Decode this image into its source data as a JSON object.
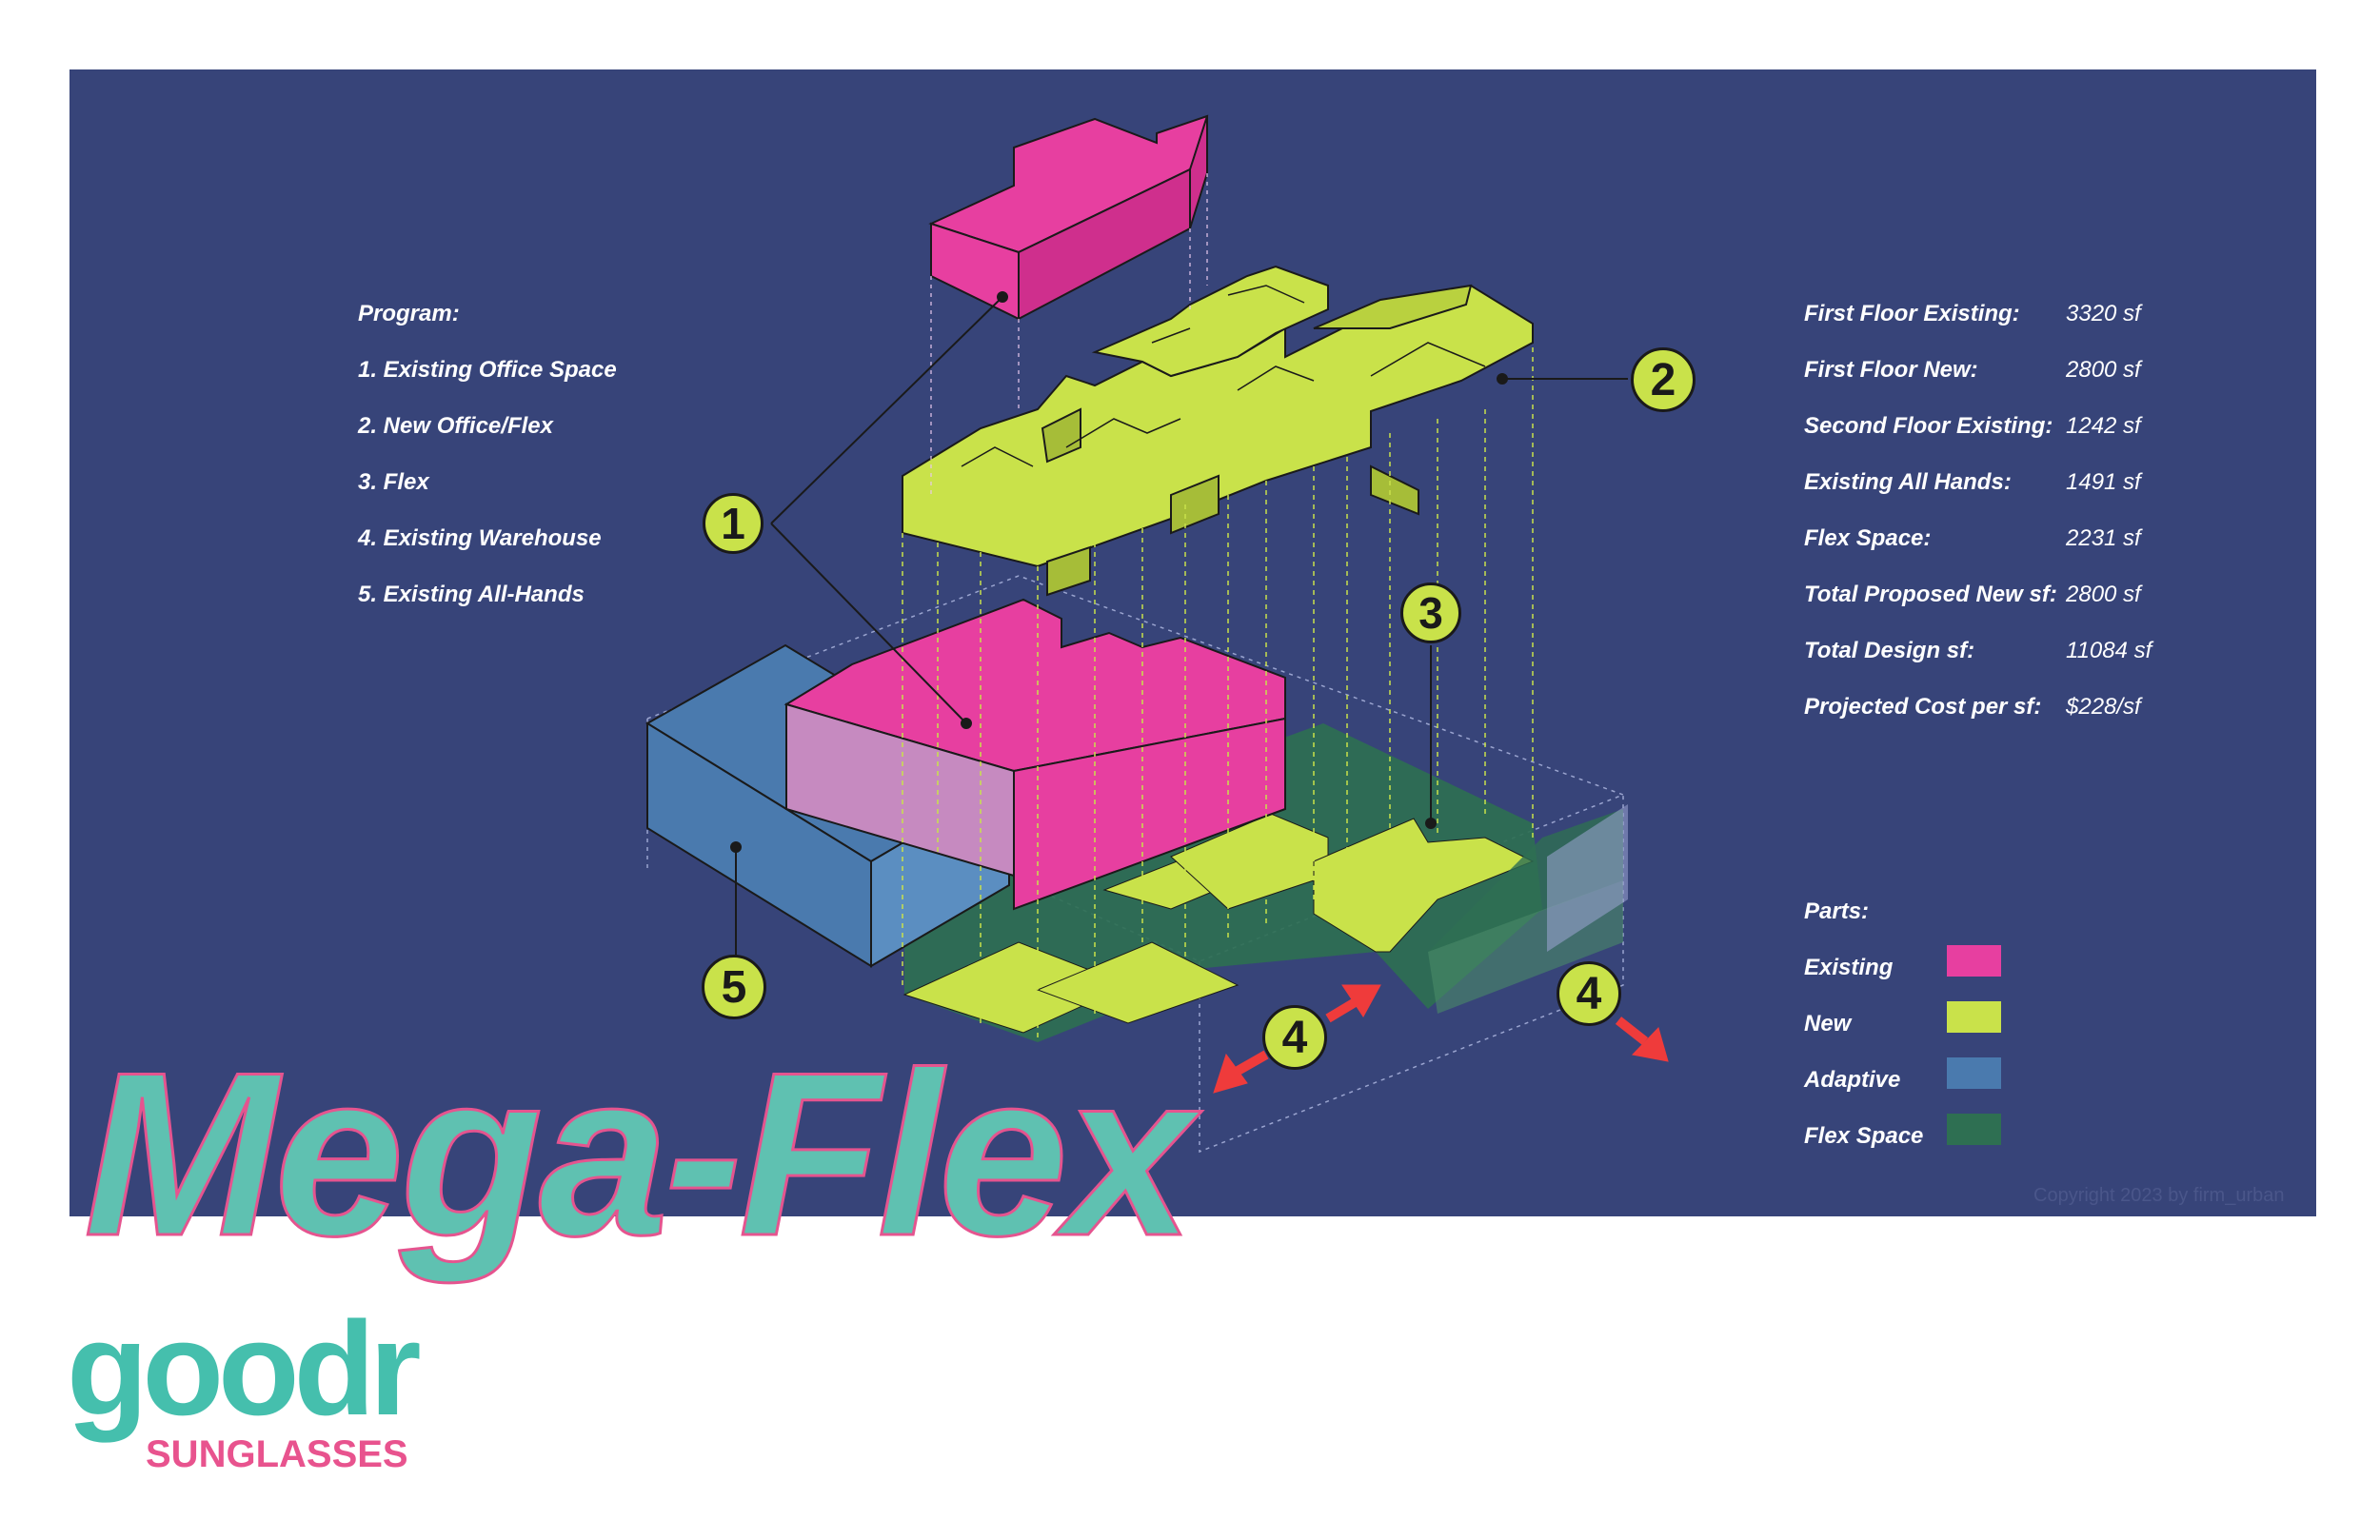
{
  "program": {
    "heading": "Program:",
    "items": [
      "1. Existing Office Space",
      "2. New Office/Flex",
      "3. Flex",
      "4. Existing Warehouse",
      "5. Existing All-Hands"
    ]
  },
  "stats": [
    {
      "label": "First Floor Existing:",
      "value": "3320 sf"
    },
    {
      "label": "First Floor New:",
      "value": "2800 sf"
    },
    {
      "label": "Second Floor Existing:",
      "value": "1242 sf"
    },
    {
      "label": "Existing All Hands:",
      "value": "1491 sf"
    },
    {
      "label": "Flex Space:",
      "value": "2231 sf"
    },
    {
      "label": "Total Proposed New sf:",
      "value": "2800 sf"
    },
    {
      "label": "Total Design sf:",
      "value": "11084 sf"
    },
    {
      "label": "Projected Cost per sf:",
      "value": "$228/sf"
    }
  ],
  "parts": {
    "heading": "Parts:",
    "items": [
      {
        "label": "Existing",
        "color": "#e73fa0"
      },
      {
        "label": "New",
        "color": "#c9e24a"
      },
      {
        "label": "Adaptive",
        "color": "#4a7aae"
      },
      {
        "label": "Flex Space",
        "color": "#2e6f52"
      }
    ]
  },
  "markers": [
    "1",
    "2",
    "3",
    "4",
    "4",
    "5"
  ],
  "title": "Mega-Flex",
  "logo": {
    "word": "goodr",
    "sub": "SUNGLASSES"
  },
  "copyright": "Copyright 2023 by firm_urban",
  "colors": {
    "background": "#374479",
    "existing": "#e73fa0",
    "new": "#c9e24a",
    "adaptive": "#4a7aae",
    "flex": "#2e6f52",
    "marker": "#c9e24a",
    "arrow": "#ef3b3b",
    "title": "#5fc1b1",
    "title_outline": "#e5548f"
  }
}
